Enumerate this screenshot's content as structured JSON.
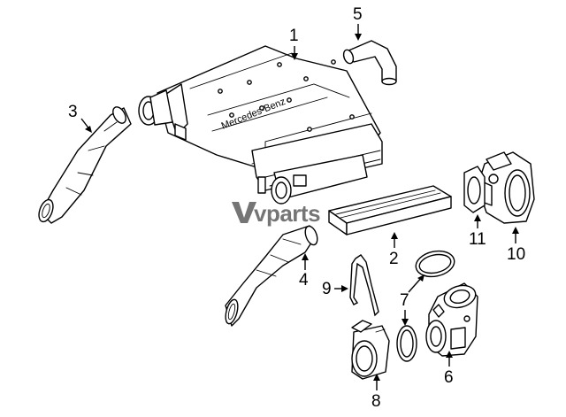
{
  "diagram": {
    "watermark": "vparts",
    "housing_lettering": "Mercedes-Benz",
    "callouts": [
      {
        "id": "1",
        "label": "1"
      },
      {
        "id": "2",
        "label": "2"
      },
      {
        "id": "3",
        "label": "3"
      },
      {
        "id": "4",
        "label": "4"
      },
      {
        "id": "5",
        "label": "5"
      },
      {
        "id": "6",
        "label": "6"
      },
      {
        "id": "7",
        "label": "7"
      },
      {
        "id": "8",
        "label": "8"
      },
      {
        "id": "9",
        "label": "9"
      },
      {
        "id": "10",
        "label": "10"
      },
      {
        "id": "11",
        "label": "11"
      }
    ]
  },
  "colors": {
    "line": "#000000",
    "background": "#ffffff",
    "watermark": "#3a3a3a"
  }
}
